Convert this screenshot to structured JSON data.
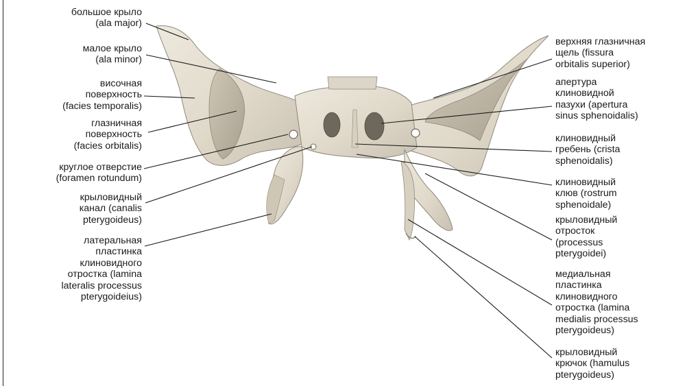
{
  "colors": {
    "bone": "#e3ddd0",
    "bone_shadow": "#b9b1a2",
    "bone_dark": "#8f887b",
    "leader_line": "#1a1a1a",
    "text": "#1a1a1a"
  },
  "labels": {
    "left": [
      {
        "id": "ala-major",
        "text": "большое крыло\n(ala major)"
      },
      {
        "id": "ala-minor",
        "text": "малое крыло\n(ala minor)"
      },
      {
        "id": "facies-temporalis",
        "text": "височная\nповерхность\n(facies temporalis)"
      },
      {
        "id": "facies-orbitalis",
        "text": "глазничная\nповерхность\n(facies orbitalis)"
      },
      {
        "id": "foramen-rotundum",
        "text": "круглое отверстие\n(foramen rotundum)"
      },
      {
        "id": "canalis-pterygoideus",
        "text": "крыловидный\nканал (canalis\npterygoideus)"
      },
      {
        "id": "lamina-lateralis",
        "text": "латеральная\nпластинка\nклиновидного\nотростка (lamina\nlateralis processus\npterygoideius)"
      }
    ],
    "right": [
      {
        "id": "fissura-orbitalis",
        "text": "верхняя глазничная\nщель (fissura\norbitalis superior)"
      },
      {
        "id": "apertura-sinus",
        "text": "апертура\nклиновидной\nпазухи (apertura\nsinus sphenoidalis)"
      },
      {
        "id": "crista-sphenoidalis",
        "text": "клиновидный\nгребень (crista\nsphenoidalis)"
      },
      {
        "id": "rostrum-sphenoidale",
        "text": "клиновидный\nклюв (rostrum\nsphenoidale)"
      },
      {
        "id": "processus-pterygoidei",
        "text": "крыловидный\nотросток\n(processus\npterygoidei)"
      },
      {
        "id": "lamina-medialis",
        "text": "медиальная\nпластинка\nклиновидного\nотростка (lamina\nmedialis processus\npterygoideus)"
      },
      {
        "id": "hamulus-pterygoideus",
        "text": "крыловидный\nкрючок (hamulus\npterygoideus)"
      }
    ]
  }
}
